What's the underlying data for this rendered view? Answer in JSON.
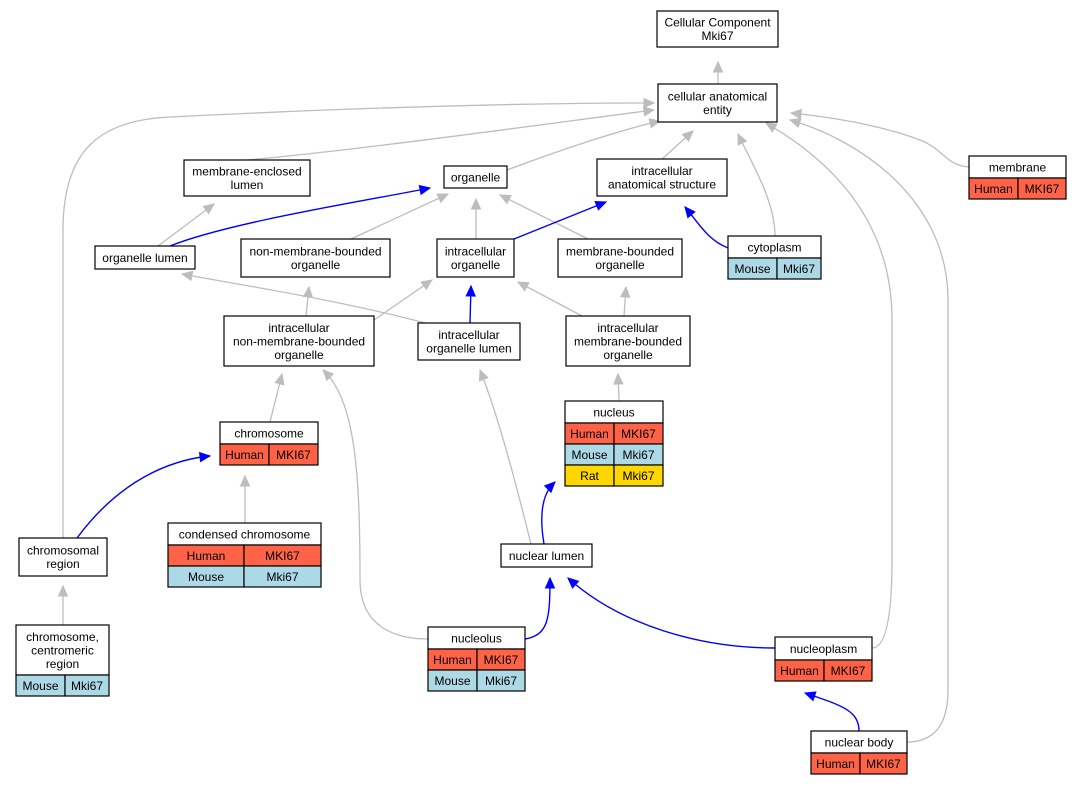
{
  "colors": {
    "human": "#FF6347",
    "mouse": "#ADD8E6",
    "rat": "#FFD700",
    "edge_is_a": "#BDBDBD",
    "edge_part_of": "#0000FF"
  },
  "nodes": {
    "root": [
      "Cellular Component",
      "Mki67"
    ],
    "cae": [
      "cellular anatomical",
      "entity"
    ],
    "mel": [
      "membrane-enclosed",
      "lumen"
    ],
    "organelle": [
      "organelle"
    ],
    "ias": [
      "intracellular",
      "anatomical structure"
    ],
    "membrane": [
      "membrane"
    ],
    "ol": [
      "organelle lumen"
    ],
    "nmbo": [
      "non-membrane-bounded",
      "organelle"
    ],
    "io": [
      "intracellular",
      "organelle"
    ],
    "mbo": [
      "membrane-bounded",
      "organelle"
    ],
    "cytoplasm": [
      "cytoplasm"
    ],
    "inmbo": [
      "intracellular",
      "non-membrane-bounded",
      "organelle"
    ],
    "iol": [
      "intracellular",
      "organelle lumen"
    ],
    "imbo": [
      "intracellular",
      "membrane-bounded",
      "organelle"
    ],
    "nucleus": [
      "nucleus"
    ],
    "chromosome": [
      "chromosome"
    ],
    "cchrom": [
      "condensed chromosome"
    ],
    "chromreg": [
      "chromosomal",
      "region"
    ],
    "nlumen": [
      "nuclear lumen"
    ],
    "centromeric": [
      "chromosome,",
      "centromeric",
      "region"
    ],
    "nucleolus": [
      "nucleolus"
    ],
    "nucleoplasm": [
      "nucleoplasm"
    ],
    "nbody": [
      "nuclear body"
    ]
  },
  "annotations": {
    "membrane": [
      [
        "Human",
        "MKI67"
      ]
    ],
    "cytoplasm": [
      [
        "Mouse",
        "Mki67"
      ]
    ],
    "nucleus": [
      [
        "Human",
        "MKI67"
      ],
      [
        "Mouse",
        "Mki67"
      ],
      [
        "Rat",
        "Mki67"
      ]
    ],
    "chromosome": [
      [
        "Human",
        "MKI67"
      ]
    ],
    "cchrom": [
      [
        "Human",
        "MKI67"
      ],
      [
        "Mouse",
        "Mki67"
      ]
    ],
    "centromeric": [
      [
        "Mouse",
        "Mki67"
      ]
    ],
    "nucleolus": [
      [
        "Human",
        "MKI67"
      ],
      [
        "Mouse",
        "Mki67"
      ]
    ],
    "nucleoplasm": [
      [
        "Human",
        "MKI67"
      ]
    ],
    "nbody": [
      [
        "Human",
        "MKI67"
      ]
    ]
  },
  "edges": [
    {
      "from": "cae",
      "to": "root",
      "type": "is_a"
    },
    {
      "from": "mel",
      "to": "cae",
      "type": "is_a"
    },
    {
      "from": "organelle",
      "to": "cae",
      "type": "is_a"
    },
    {
      "from": "ias",
      "to": "cae",
      "type": "is_a"
    },
    {
      "from": "membrane",
      "to": "cae",
      "type": "is_a"
    },
    {
      "from": "cytoplasm",
      "to": "cae",
      "type": "is_a"
    },
    {
      "from": "nucleoplasm",
      "to": "cae",
      "type": "is_a"
    },
    {
      "from": "nbody",
      "to": "cae",
      "type": "is_a"
    },
    {
      "from": "chromreg",
      "to": "cae",
      "type": "is_a"
    },
    {
      "from": "ol",
      "to": "mel",
      "type": "is_a"
    },
    {
      "from": "ol",
      "to": "organelle",
      "type": "part_of"
    },
    {
      "from": "nmbo",
      "to": "organelle",
      "type": "is_a"
    },
    {
      "from": "io",
      "to": "organelle",
      "type": "is_a"
    },
    {
      "from": "mbo",
      "to": "organelle",
      "type": "is_a"
    },
    {
      "from": "io",
      "to": "ias",
      "type": "part_of"
    },
    {
      "from": "cytoplasm",
      "to": "ias",
      "type": "part_of"
    },
    {
      "from": "inmbo",
      "to": "nmbo",
      "type": "is_a"
    },
    {
      "from": "inmbo",
      "to": "io",
      "type": "is_a"
    },
    {
      "from": "iol",
      "to": "io",
      "type": "part_of"
    },
    {
      "from": "iol",
      "to": "ol",
      "type": "is_a"
    },
    {
      "from": "imbo",
      "to": "io",
      "type": "is_a"
    },
    {
      "from": "imbo",
      "to": "mbo",
      "type": "is_a"
    },
    {
      "from": "nucleus",
      "to": "imbo",
      "type": "is_a"
    },
    {
      "from": "chromosome",
      "to": "inmbo",
      "type": "is_a"
    },
    {
      "from": "nucleolus",
      "to": "inmbo",
      "type": "is_a"
    },
    {
      "from": "cchrom",
      "to": "chromosome",
      "type": "is_a"
    },
    {
      "from": "chromreg",
      "to": "chromosome",
      "type": "part_of"
    },
    {
      "from": "nlumen",
      "to": "iol",
      "type": "is_a"
    },
    {
      "from": "nlumen",
      "to": "nucleus",
      "type": "part_of"
    },
    {
      "from": "centromeric",
      "to": "chromreg",
      "type": "is_a"
    },
    {
      "from": "nucleolus",
      "to": "nlumen",
      "type": "part_of"
    },
    {
      "from": "nucleoplasm",
      "to": "nlumen",
      "type": "part_of"
    },
    {
      "from": "nbody",
      "to": "nucleoplasm",
      "type": "part_of"
    }
  ]
}
